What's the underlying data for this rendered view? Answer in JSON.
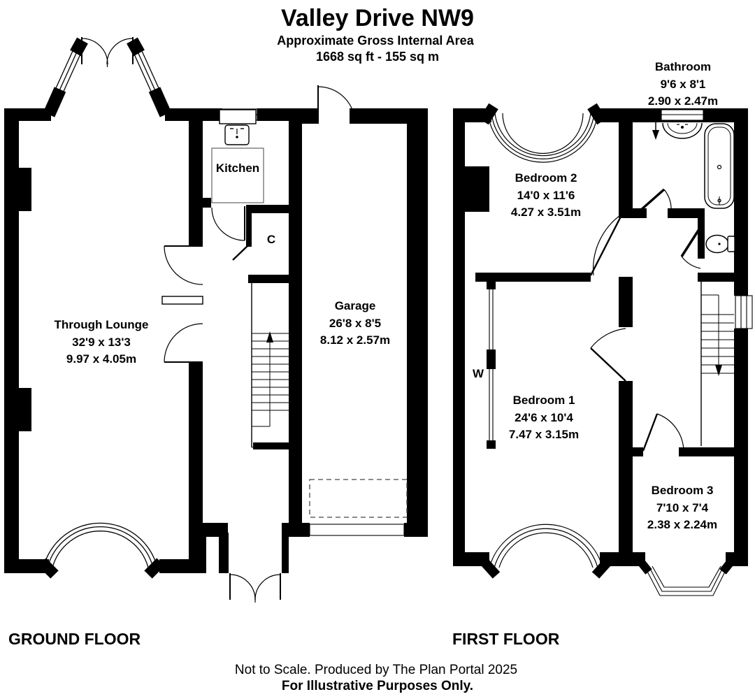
{
  "title": "Valley Drive NW9",
  "subtitle": "Approximate Gross Internal Area",
  "area": "1668 sq ft - 155 sq m",
  "floors": {
    "ground": {
      "label": "GROUND FLOOR",
      "rooms": {
        "through_lounge": {
          "name": "Through Lounge",
          "dims_ft": "32'9 x 13'3",
          "dims_m": "9.97 x 4.05m"
        },
        "kitchen": {
          "name": "Kitchen"
        },
        "cupboard": {
          "name": "C"
        },
        "garage": {
          "name": "Garage",
          "dims_ft": "26'8 x 8'5",
          "dims_m": "8.12 x 2.57m"
        }
      }
    },
    "first": {
      "label": "FIRST FLOOR",
      "rooms": {
        "bedroom2": {
          "name": "Bedroom 2",
          "dims_ft": "14'0 x 11'6",
          "dims_m": "4.27 x 3.51m"
        },
        "bathroom": {
          "name": "Bathroom",
          "dims_ft": "9'6 x 8'1",
          "dims_m": "2.90 x 2.47m"
        },
        "bedroom1": {
          "name": "Bedroom 1",
          "dims_ft": "24'6 x 10'4",
          "dims_m": "7.47 x 3.15m"
        },
        "bedroom3": {
          "name": "Bedroom 3",
          "dims_ft": "7'10 x 7'4",
          "dims_m": "2.38 x 2.24m"
        },
        "wardrobe": {
          "name": "W"
        }
      }
    }
  },
  "footer": {
    "line1": "Not to Scale. Produced by The Plan Portal 2025",
    "line2": "For Illustrative Purposes Only."
  },
  "colors": {
    "wall": "#000000",
    "background": "#ffffff"
  }
}
